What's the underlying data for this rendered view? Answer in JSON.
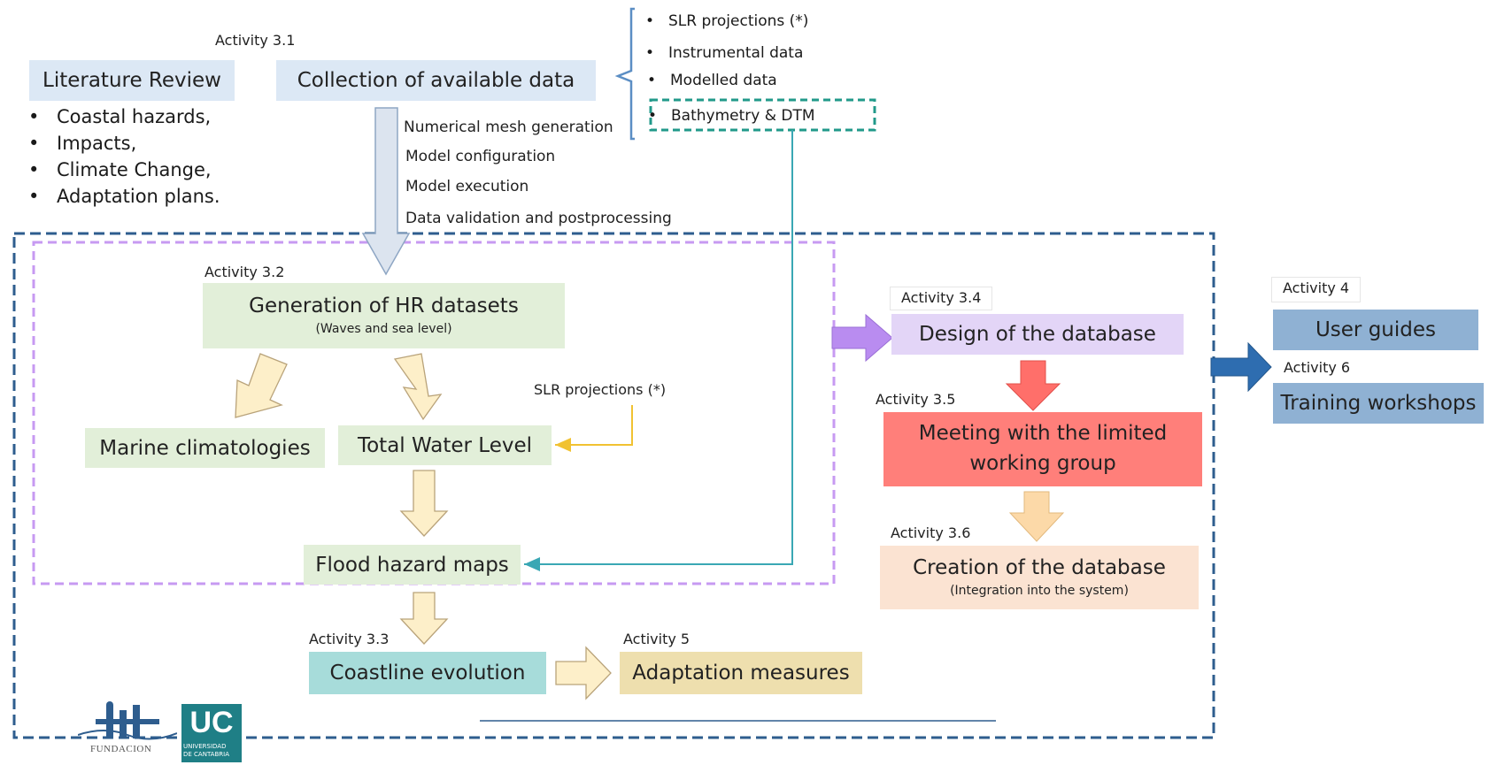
{
  "activity_labels": {
    "a31": "Activity 3.1",
    "a32": "Activity 3.2",
    "a33": "Activity 3.3",
    "a34": "Activity 3.4",
    "a35": "Activity 3.5",
    "a36": "Activity 3.6",
    "a4": "Activity 4",
    "a5": "Activity 5",
    "a6": "Activity 6"
  },
  "boxes": {
    "literature_review": "Literature Review",
    "collection": "Collection of available data",
    "hr_datasets": "Generation of HR datasets",
    "hr_datasets_sub": "(Waves and sea level)",
    "marine_climatologies": "Marine climatologies",
    "total_water_level": "Total Water Level",
    "flood_hazard_maps": "Flood hazard maps",
    "coastline_evolution": "Coastline evolution",
    "adaptation_measures": "Adaptation measures",
    "design_database": "Design of  the database",
    "meeting_line1": "Meeting with the limited",
    "meeting_line2": "working group",
    "creation_database": "Creation of the database",
    "creation_database_sub": "(Integration into the system)",
    "user_guides": "User guides",
    "training_workshops": "Training workshops"
  },
  "literature_items": [
    "Coastal hazards,",
    "Impacts,",
    "Climate Change,",
    "Adaptation plans."
  ],
  "data_sources": [
    "SLR projections (*)",
    "Instrumental data",
    "Modelled data",
    "Bathymetry & DTM"
  ],
  "process_steps": [
    "Numerical mesh generation",
    "Model configuration",
    "Model execution",
    "Data validation and postprocessing"
  ],
  "slr_note": "SLR projections (*)",
  "logos": {
    "ih_text": "FUNDACION",
    "uc_mark": "UC",
    "uc_text_1": "UNIVERSIDAD",
    "uc_text_2": "DE CANTABRIA"
  },
  "colors": {
    "light_blue": "#dce8f5",
    "light_green": "#e2efd9",
    "arrow_cream": "#fdefc9",
    "lavender": "#e3d5f7",
    "purple_arrow": "#b98cf0",
    "coral": "#ff7f7a",
    "red_arrow": "#ff6f6a",
    "peach": "#fbe3d2",
    "peach_arrow": "#fcd9a8",
    "teal_box": "#a7dcda",
    "tan_box": "#eedfae",
    "steel_blue": "#8fb1d3",
    "dashed_blue": "#2e5d8e",
    "dashed_purple": "#c79af2",
    "dashed_teal": "#21998a",
    "connector_teal": "#3aa7b4",
    "connector_yellow": "#f1c232"
  }
}
